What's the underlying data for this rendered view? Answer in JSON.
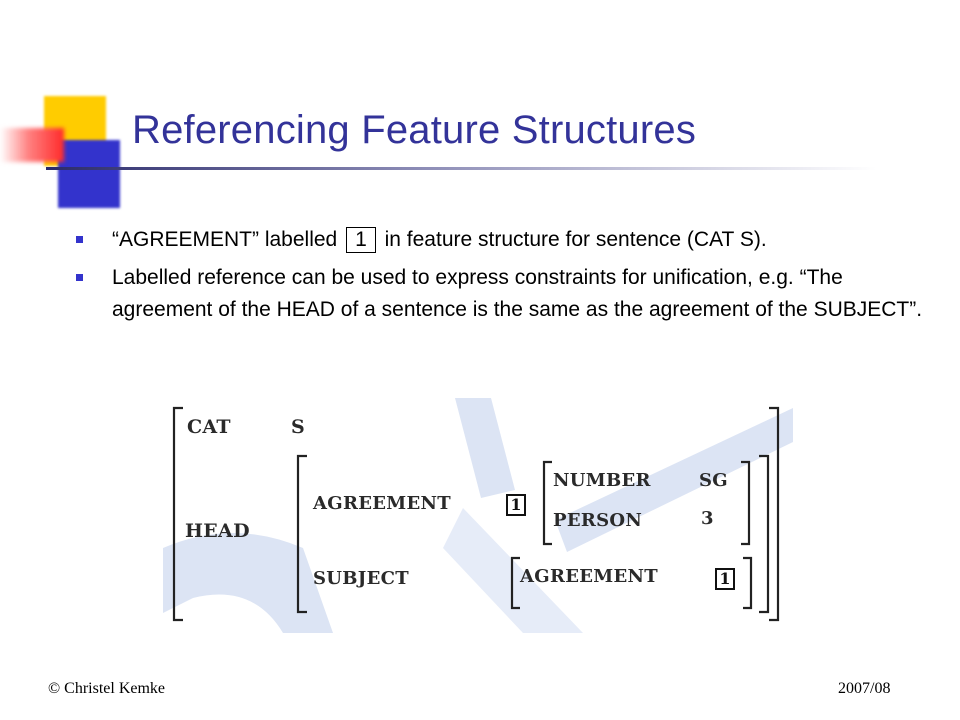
{
  "slide": {
    "title": "Referencing Feature Structures",
    "bullets": [
      {
        "pre": "“AGREEMENT” labelled",
        "ref": "1",
        "post": "in feature structure for sentence (CAT S)."
      },
      {
        "text": "Labelled reference can be used to express constraints for unification, e.g. “The agreement of the HEAD of a sentence is the same as the agreement of the SUBJECT”."
      }
    ]
  },
  "feature_structure": {
    "cat_label": "CAT",
    "cat_value": "S",
    "head_label": "HEAD",
    "agreement_label": "AGREEMENT",
    "agreement_tag": "1",
    "number_label": "NUMBER",
    "number_value": "SG",
    "person_label": "PERSON",
    "person_value": "3",
    "subject_label": "SUBJECT",
    "subject_agreement_label": "AGREEMENT",
    "subject_agreement_tag": "1"
  },
  "footer": {
    "author": "© Christel Kemke",
    "date": "2007/08"
  },
  "colors": {
    "title": "#333399",
    "bullet": "#3333cc",
    "deco_yellow": "#ffcc00",
    "deco_blue": "#3333cc",
    "deco_red": "#ff2a2a",
    "watermark": "#dce4f4"
  }
}
